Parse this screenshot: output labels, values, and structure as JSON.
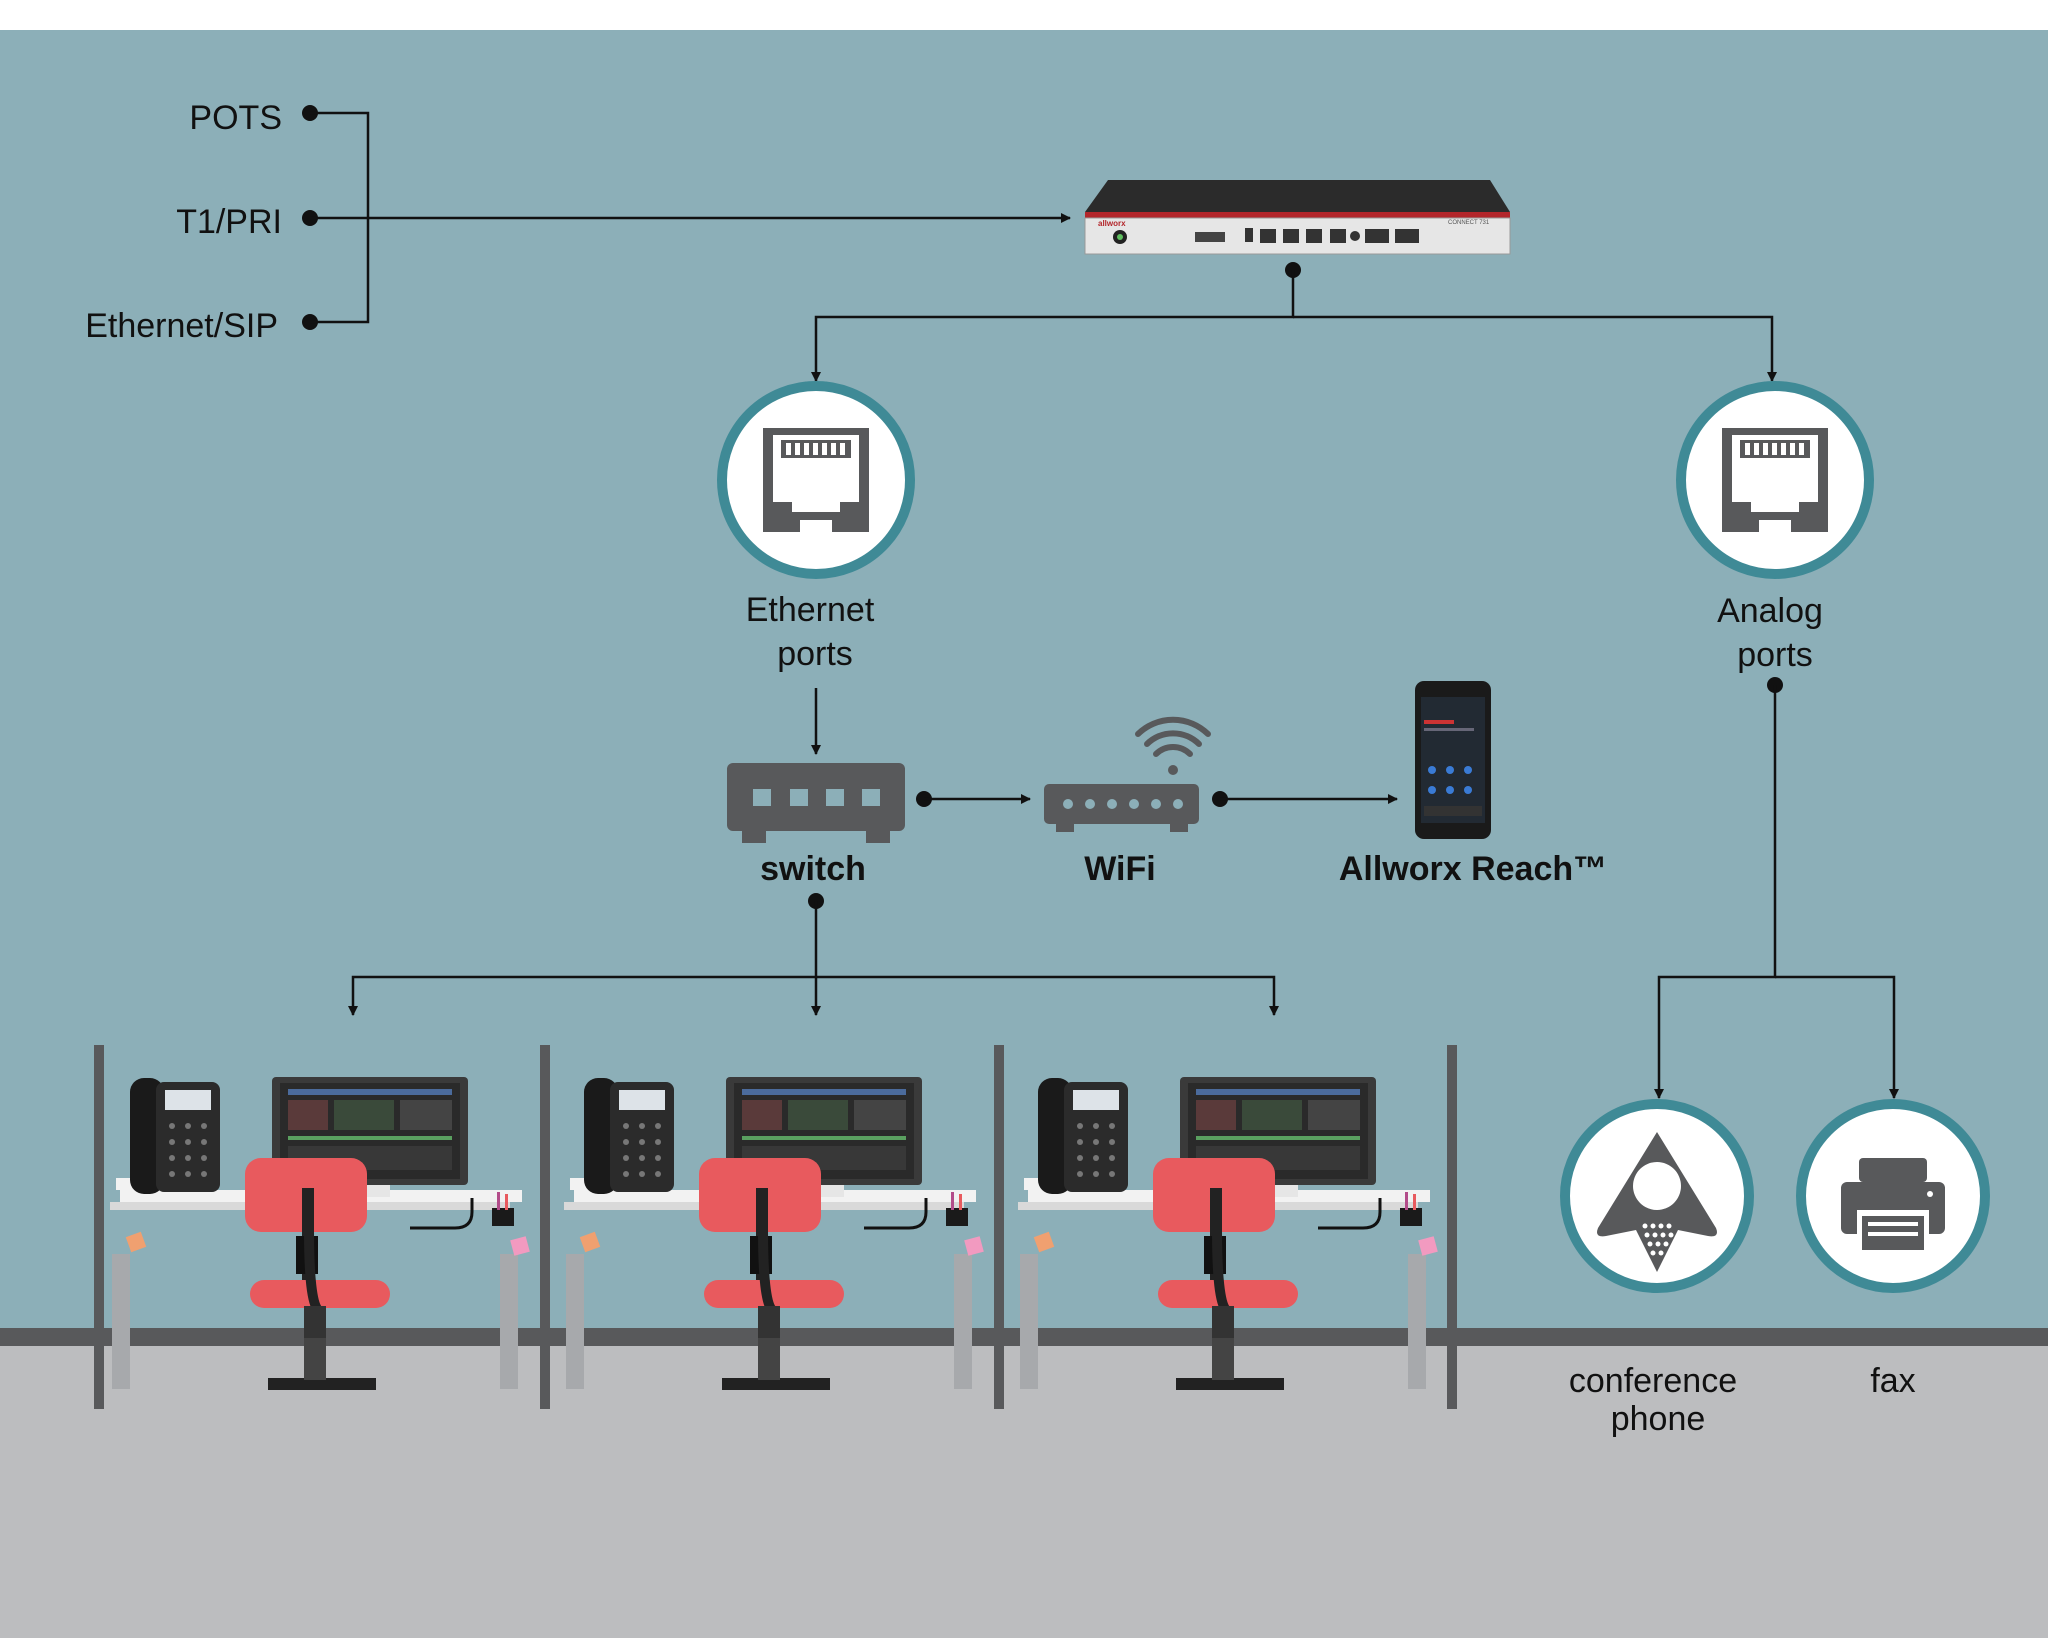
{
  "trunks": {
    "pots": "POTS",
    "t1pri": "T1/PRI",
    "ethernet_sip": "Ethernet/SIP"
  },
  "appliance": {
    "brand": "allworx",
    "model": "CONNECT 731"
  },
  "ports": {
    "ethernet": [
      "Ethernet",
      "ports"
    ],
    "analog": [
      "Analog",
      "ports"
    ]
  },
  "devices": {
    "switch": "switch",
    "wifi": "WiFi",
    "mobile_app": "Allworx Reach™",
    "conference_phone": [
      "conference",
      "phone"
    ],
    "fax": "fax"
  },
  "colors": {
    "wall": "#8cafb8",
    "floor": "#bcbdbf",
    "baseboard": "#58595b",
    "icon_gray": "#58595b",
    "port_ring": "#3f8a96",
    "chair": "#e85a5e",
    "desk": "#f2f2f2",
    "line": "#111111"
  },
  "icons": {
    "port": "rj45-jack-icon",
    "switch": "network-switch-icon",
    "wifi": "wifi-router-icon",
    "phone": "smartphone-icon",
    "conference": "conference-phone-icon",
    "fax": "fax-machine-icon"
  }
}
